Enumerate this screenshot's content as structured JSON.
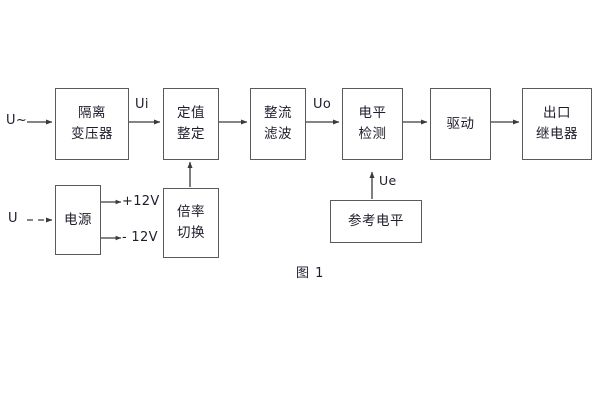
{
  "figure": {
    "caption": "图 1",
    "background": "#ffffff",
    "line_color": "#5a5a5a",
    "text_color": "#1d1d2b"
  },
  "blocks": [
    {
      "id": "isolation-transformer",
      "lines": [
        "隔离",
        "变压器"
      ]
    },
    {
      "id": "setpoint-setting",
      "lines": [
        "定值",
        "整定"
      ]
    },
    {
      "id": "rectify-filter",
      "lines": [
        "整流",
        "滤波"
      ]
    },
    {
      "id": "level-detection",
      "lines": [
        "电平",
        "检测"
      ]
    },
    {
      "id": "drive",
      "lines": [
        "驱动"
      ]
    },
    {
      "id": "output-relay",
      "lines": [
        "出口",
        "继电器"
      ]
    },
    {
      "id": "power-supply",
      "lines": [
        "电源"
      ]
    },
    {
      "id": "multiplier-switch",
      "lines": [
        "倍率",
        "切换"
      ]
    },
    {
      "id": "reference-level",
      "lines": [
        "参考电平"
      ]
    }
  ],
  "labels": {
    "input_ac": "U~",
    "input_dc": "U",
    "signal_ui": "Ui",
    "signal_uo": "Uo",
    "signal_ue": "Ue",
    "rail_positive": "+12V",
    "rail_negative": "- 12V"
  }
}
